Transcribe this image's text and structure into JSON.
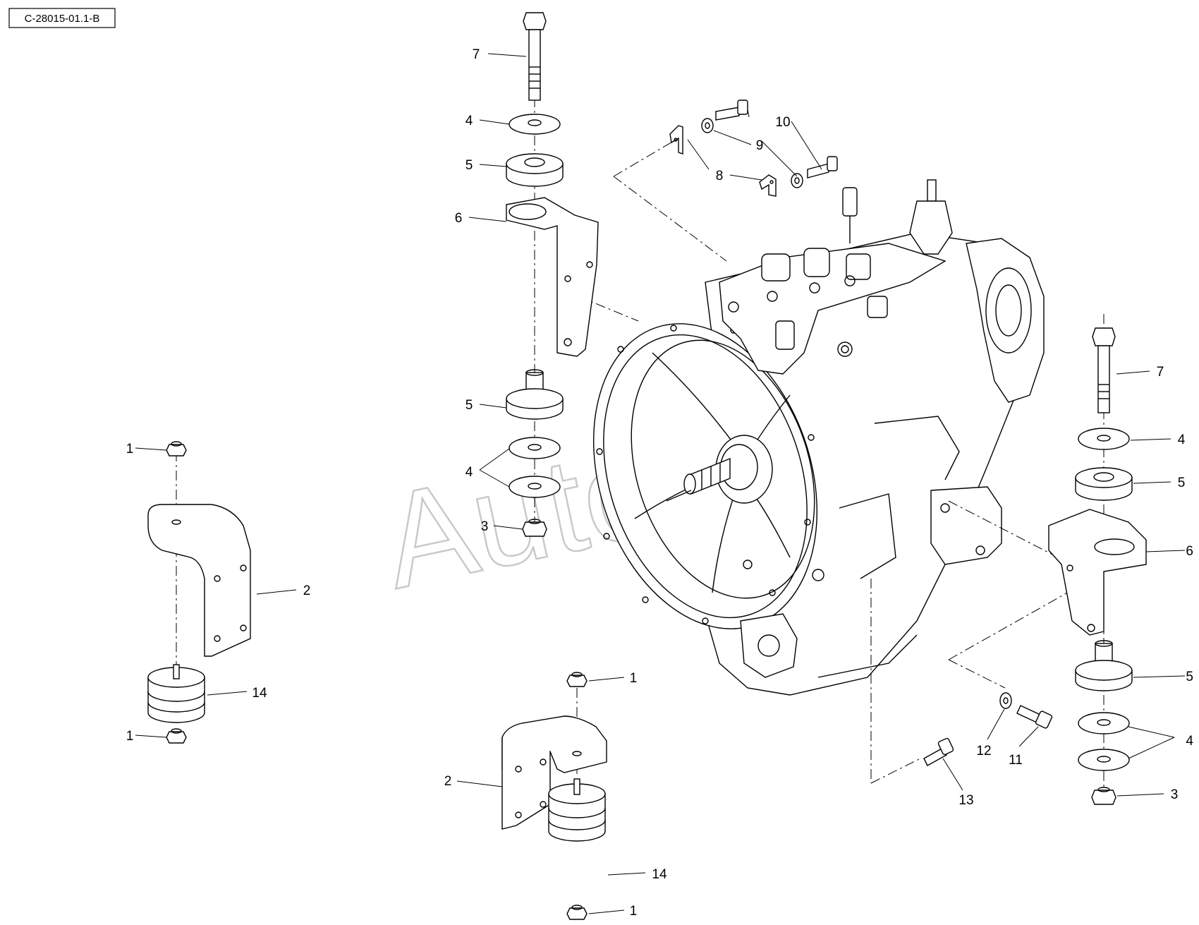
{
  "reference_code": "C-28015-01.1-B",
  "watermark": "AutoSoft",
  "callouts": [
    {
      "id": "c7a",
      "number": "7"
    },
    {
      "id": "c4a",
      "number": "4"
    },
    {
      "id": "c5a",
      "number": "5"
    },
    {
      "id": "c6a",
      "number": "6"
    },
    {
      "id": "c5b",
      "number": "5"
    },
    {
      "id": "c4b",
      "number": "4"
    },
    {
      "id": "c3a",
      "number": "3"
    },
    {
      "id": "c10",
      "number": "10"
    },
    {
      "id": "c9",
      "number": "9"
    },
    {
      "id": "c8",
      "number": "8"
    },
    {
      "id": "c7b",
      "number": "7"
    },
    {
      "id": "c4c",
      "number": "4"
    },
    {
      "id": "c5c",
      "number": "5"
    },
    {
      "id": "c6b",
      "number": "6"
    },
    {
      "id": "c5d",
      "number": "5"
    },
    {
      "id": "c4d",
      "number": "4"
    },
    {
      "id": "c3b",
      "number": "3"
    },
    {
      "id": "c12",
      "number": "12"
    },
    {
      "id": "c11",
      "number": "11"
    },
    {
      "id": "c13",
      "number": "13"
    },
    {
      "id": "c1a",
      "number": "1"
    },
    {
      "id": "c2a",
      "number": "2"
    },
    {
      "id": "c14a",
      "number": "14"
    },
    {
      "id": "c1b",
      "number": "1"
    },
    {
      "id": "c1c",
      "number": "1"
    },
    {
      "id": "c2b",
      "number": "2"
    },
    {
      "id": "c14b",
      "number": "14"
    },
    {
      "id": "c1d",
      "number": "1"
    }
  ]
}
